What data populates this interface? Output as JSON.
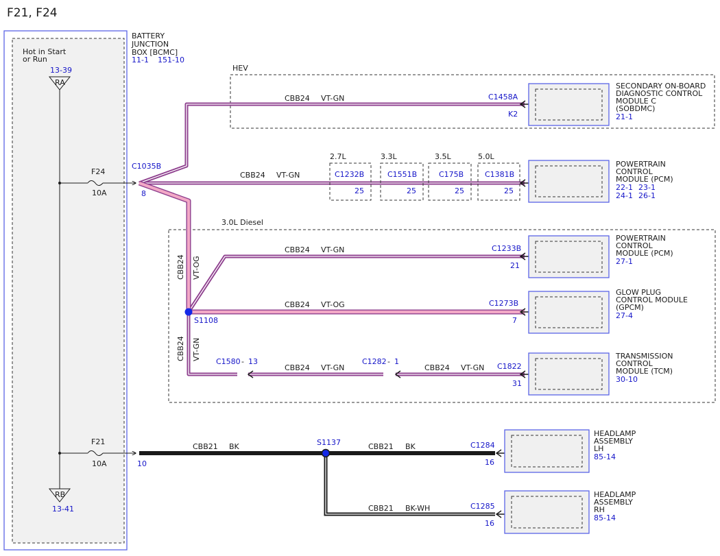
{
  "title": "F21, F24",
  "bjb": {
    "label": [
      "BATTERY",
      "JUNCTION",
      "BOX [BCMC]"
    ],
    "ref1": "11-1",
    "ref2": "151-10",
    "hot": [
      "Hot in Start",
      "or Run"
    ],
    "ra_ref": "13-39",
    "ra_label": "RA",
    "rb_label": "RB",
    "rb_ref": "13-41",
    "fuse_f24": "F24",
    "fuse_f24_amp": "10A",
    "fuse_f21": "F21",
    "fuse_f21_amp": "10A",
    "connector": "C1035B",
    "pin8": "8",
    "pin10": "10"
  },
  "hev": {
    "label": "HEV",
    "circuit": "CBB24",
    "color": "VT-GN",
    "connector": "C1458A",
    "pin": "K2",
    "module": [
      "SECONDARY ON-BOARD",
      "DIAGNOSTIC CONTROL",
      "MODULE C",
      "(SOBDMC)"
    ],
    "ref": "21-1"
  },
  "pcm_gas": {
    "circuit": "CBB24",
    "color": "VT-GN",
    "variants": [
      {
        "engine": "2.7L",
        "connector": "C1232B",
        "pin": "25"
      },
      {
        "engine": "3.3L",
        "connector": "C1551B",
        "pin": "25"
      },
      {
        "engine": "3.5L",
        "connector": "C175B",
        "pin": "25"
      },
      {
        "engine": "5.0L",
        "connector": "C1381B",
        "pin": "25"
      }
    ],
    "module": [
      "POWERTRAIN",
      "CONTROL",
      "MODULE (PCM)"
    ],
    "ref1": "22-1",
    "ref2": "23-1",
    "ref3": "24-1",
    "ref4": "26-1"
  },
  "diesel": {
    "label": "3.0L Diesel",
    "vertical_circuit": "CBB24",
    "vertical_color": "VT-OG",
    "splice": "S1108",
    "pcm": {
      "circuit": "CBB24",
      "color": "VT-GN",
      "connector": "C1233B",
      "pin": "21",
      "module": [
        "POWERTRAIN",
        "CONTROL",
        "MODULE (PCM)"
      ],
      "ref": "27-1"
    },
    "gpcm": {
      "circuit": "CBB24",
      "color": "VT-OG",
      "connector": "C1273B",
      "pin": "7",
      "module": [
        "GLOW PLUG",
        "CONTROL MODULE",
        "(GPCM)"
      ],
      "ref": "27-4"
    },
    "tcm": {
      "vertical_circuit": "CBB24",
      "vertical_color": "VT-GN",
      "inline1": "C1580",
      "inline1_pin": "13",
      "circuit1": "CBB24",
      "color1": "VT-GN",
      "inline2": "C1282",
      "inline2_pin": "1",
      "circuit2": "CBB24",
      "color2": "VT-GN",
      "connector": "C1822",
      "pin": "31",
      "module": [
        "TRANSMISSION",
        "CONTROL",
        "MODULE (TCM)"
      ],
      "ref": "30-10"
    }
  },
  "headlamps": {
    "circuit": "CBB21",
    "color": "BK",
    "splice": "S1137",
    "lh": {
      "circuit": "CBB21",
      "color": "BK",
      "connector": "C1284",
      "pin": "16",
      "module": [
        "HEADLAMP",
        "ASSEMBLY",
        "LH"
      ],
      "ref": "85-14"
    },
    "rh": {
      "circuit": "CBB21",
      "color": "BK-WH",
      "connector": "C1285",
      "pin": "16",
      "module": [
        "HEADLAMP",
        "ASSEMBLY",
        "RH"
      ],
      "ref": "85-14"
    }
  },
  "colors": {
    "vt_wire": "#8e3f8e",
    "og_wire": "#e8749e",
    "pink_fill": "#f2a8c6",
    "ref_blue": "#1414c8",
    "frame_blue": "#5a64e6",
    "splice_blue": "#1428e8",
    "module_fill": "#f0f0f0"
  }
}
